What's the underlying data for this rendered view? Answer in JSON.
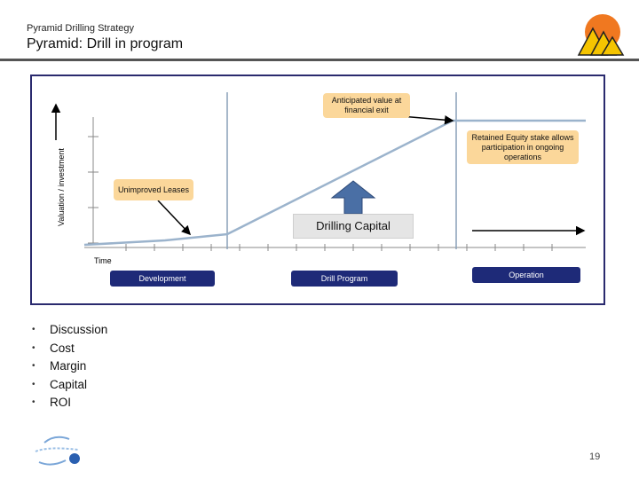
{
  "header": {
    "subtitle": "Pyramid Drilling Strategy",
    "title": "Pyramid: Drill in program"
  },
  "diagram": {
    "y_axis_label": "Valuation / investment",
    "x_axis_label": "Time",
    "callouts": {
      "exit": "Anticipated value at financial exit",
      "equity": "Retained Equity stake allows participation in ongoing operations",
      "leases": "Unimproved Leases"
    },
    "drilling_capital": "Drilling Capital",
    "phases": [
      "Development",
      "Drill Program",
      "Operation"
    ]
  },
  "bullets": [
    "Discussion",
    "Cost",
    "Margin",
    "Capital",
    "ROI"
  ],
  "footer": {
    "page_number": "19"
  },
  "colors": {
    "panel_border": "#2a2a6e",
    "phase_fill": "#1e2a78",
    "callout_fill": "#fbd79a",
    "curve": "#9bb3cc",
    "logo_sun": "#f07820",
    "logo_pyramid": "#f5c400"
  }
}
